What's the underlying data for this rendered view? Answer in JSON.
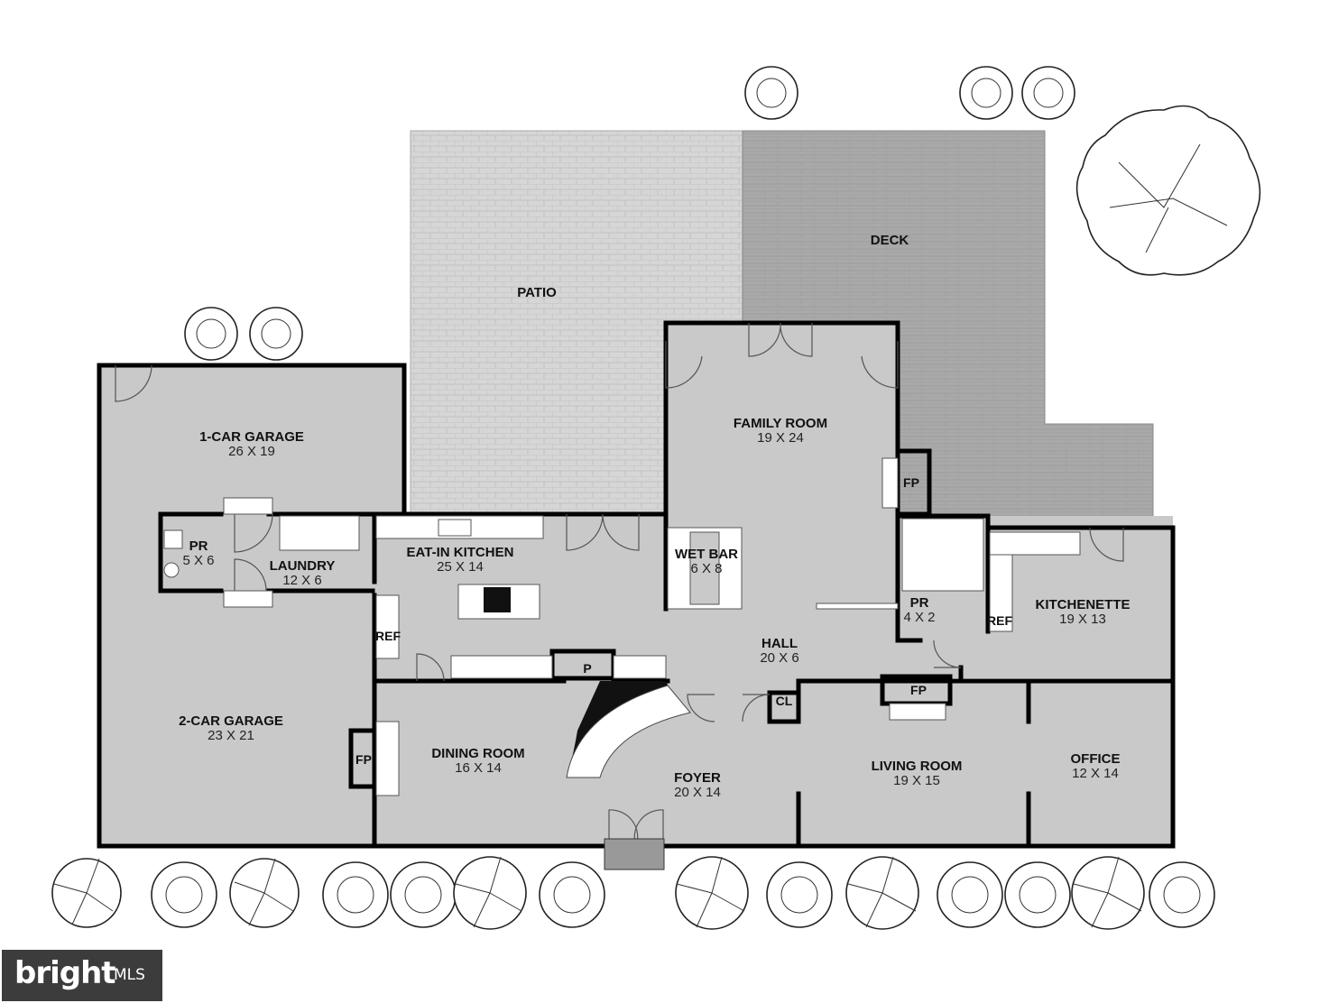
{
  "rooms": {
    "patio": {
      "name": "PATIO"
    },
    "deck": {
      "name": "DECK"
    },
    "one_car_garage": {
      "name": "1-CAR GARAGE",
      "size": "26 X 19"
    },
    "two_car_garage": {
      "name": "2-CAR GARAGE",
      "size": "23 X 21"
    },
    "family_room": {
      "name": "FAMILY ROOM",
      "size": "19 X 24"
    },
    "powder_left": {
      "name": "PR",
      "size": "5 X 6"
    },
    "laundry": {
      "name": "LAUNDRY",
      "size": "12 X 6"
    },
    "eat_in_kitchen": {
      "name": "EAT-IN KITCHEN",
      "size": "25 X 14"
    },
    "wet_bar": {
      "name": "WET BAR",
      "size": "6 X 8"
    },
    "powder_right": {
      "name": "PR",
      "size": "4 X 2"
    },
    "kitchenette": {
      "name": "KITCHENETTE",
      "size": "19 X 13"
    },
    "hall": {
      "name": "HALL",
      "size": "20 X 6"
    },
    "dining_room": {
      "name": "DINING ROOM",
      "size": "16 X 14"
    },
    "foyer": {
      "name": "FOYER",
      "size": "20 X 14"
    },
    "living_room": {
      "name": "LIVING ROOM",
      "size": "19 X 15"
    },
    "office": {
      "name": "OFFICE",
      "size": "12 X 14"
    }
  },
  "fixtures": {
    "fp_family": "FP",
    "fp_garage": "FP",
    "fp_living": "FP",
    "ref_kitchen": "REF",
    "ref_kitchenette": "REF",
    "pantry": "P",
    "closet": "CL"
  },
  "logo": {
    "brand": "bright",
    "suffix": "MLS"
  }
}
